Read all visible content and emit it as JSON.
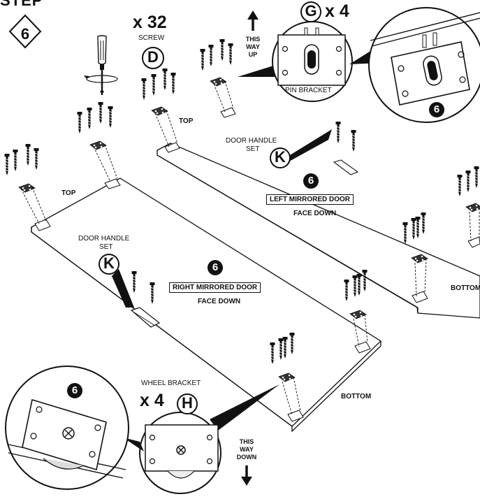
{
  "step": {
    "word": "STEP",
    "number": "6"
  },
  "screw": {
    "qty": "x 32",
    "label": "SCREW",
    "letter": "D"
  },
  "pin_bracket": {
    "qty": "x 4",
    "letter": "G",
    "label": "PIN BRACKET",
    "detail_number": "6"
  },
  "arrow_up": {
    "line1": "THIS",
    "line2": "WAY",
    "line3": "UP"
  },
  "arrow_down": {
    "line1": "THIS",
    "line2": "WAY",
    "line3": "DOWN"
  },
  "left_door": {
    "top_label": "TOP",
    "handle_label_1": "DOOR HANDLE",
    "handle_label_2": "SET",
    "handle_letter": "K",
    "number": "6",
    "title": "LEFT MIRRORED DOOR",
    "face": "FACE DOWN",
    "bottom_label": "BOTTOM"
  },
  "right_door": {
    "top_label": "TOP",
    "handle_label_1": "DOOR HANDLE",
    "handle_label_2": "SET",
    "handle_letter": "K",
    "number": "6",
    "title": "RIGHT MIRRORED DOOR",
    "face": "FACE DOWN",
    "bottom_label": "BOTTOM"
  },
  "wheel_bracket": {
    "label": "WHEEL BRACKET",
    "qty": "x 4",
    "letter": "H",
    "detail_number": "6"
  }
}
